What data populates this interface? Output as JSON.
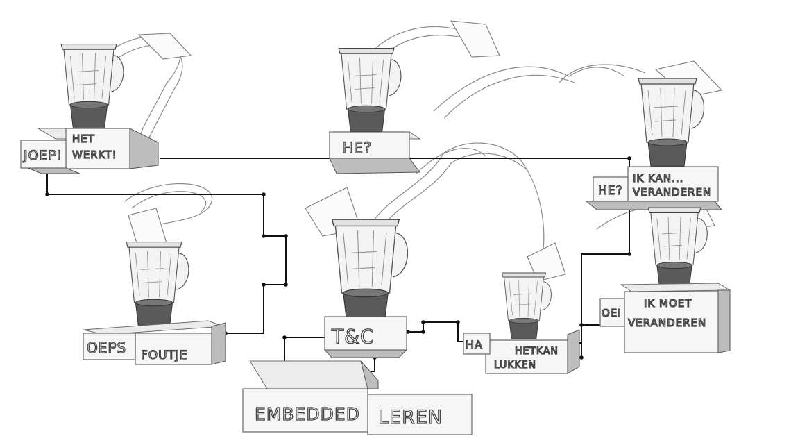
{
  "labels": {
    "joepi": "JOEPI",
    "het_werkt_1": "HET",
    "het_werkt_2": "WERKT!",
    "he": "HE?",
    "he2": "HE?",
    "ik_kan_1": "IK KAN...",
    "ik_kan_2": "VERANDEREN",
    "oeps": "OEPS",
    "foutje": "FOUTJE",
    "tc": "T&C",
    "embedded": "EMBEDDED",
    "leren": "LEREN",
    "ha": "HA",
    "het_kan_1": "HETKAN",
    "het_kan_2": "LUKKEN",
    "oei": "OEI",
    "ik_moet_1": "IK MOET",
    "ik_moet_2": "VERANDEREN"
  }
}
